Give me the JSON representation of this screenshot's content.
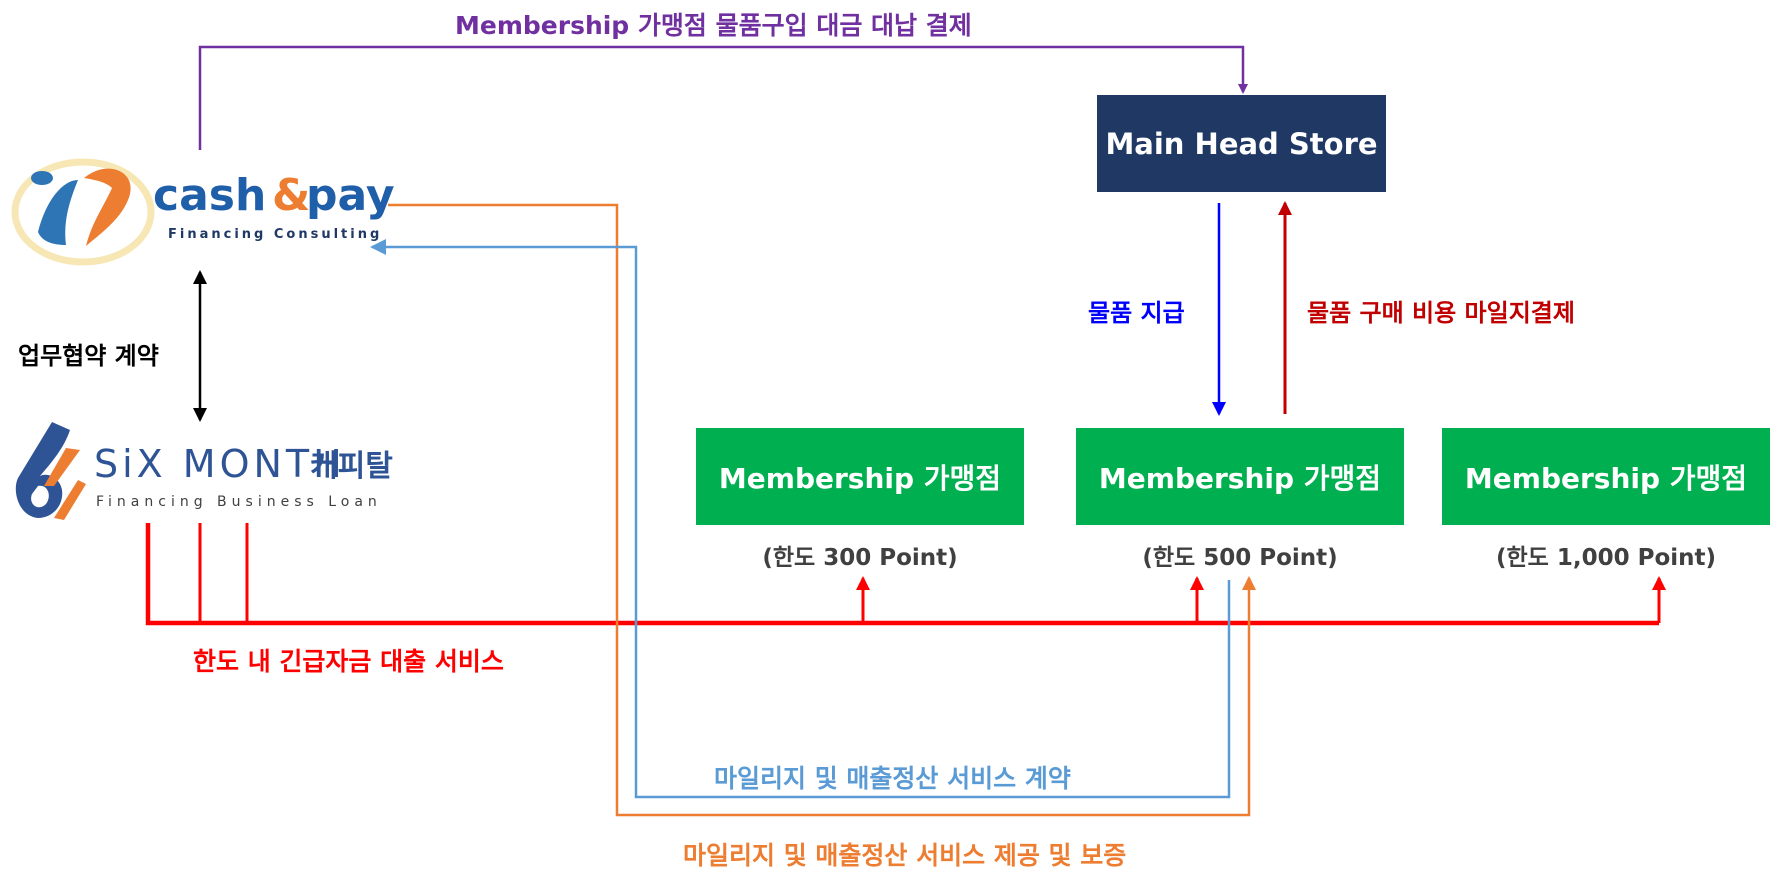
{
  "colors": {
    "purple": "#7030a0",
    "orange": "#ed7d31",
    "blue_light": "#5b9bd5",
    "red": "#ff0000",
    "dark_red": "#c00000",
    "blue": "#0000ff",
    "navy": "#1f3864",
    "green": "#00b050"
  },
  "logos": {
    "cash_pay": {
      "name": "cash & pay",
      "part1": "cash",
      "amp": "&",
      "part2": "pay",
      "tagline": "Financing Consulting"
    },
    "six_month": {
      "name": "SiX MONTH 캐피탈",
      "latin": "SiX MONTH",
      "korean": "캐피탈",
      "tagline": "Financing Business Loan"
    }
  },
  "nodes": {
    "head_store": "Main Head Store",
    "member_1": {
      "label": "Membership 가맹점",
      "limit": "(한도 300 Point)"
    },
    "member_2": {
      "label": "Membership 가맹점",
      "limit": "(한도 500 Point)"
    },
    "member_3": {
      "label": "Membership 가맹점",
      "limit": "(한도 1,000 Point)"
    }
  },
  "edges": {
    "top_payment": "Membership 가맹점 물품구입 대금 대납 결제",
    "business_agreement": "업무협약 계약",
    "goods_supply": "물품 지급",
    "mileage_payment": "물품 구매 비용 마일지결제",
    "emergency_loan": "한도 내 긴급자금 대출 서비스",
    "mileage_contract": "마일리지 및 매출정산 서비스 계약",
    "mileage_guarantee": "마일리지 및 매출정산 서비스 제공 및 보증"
  }
}
